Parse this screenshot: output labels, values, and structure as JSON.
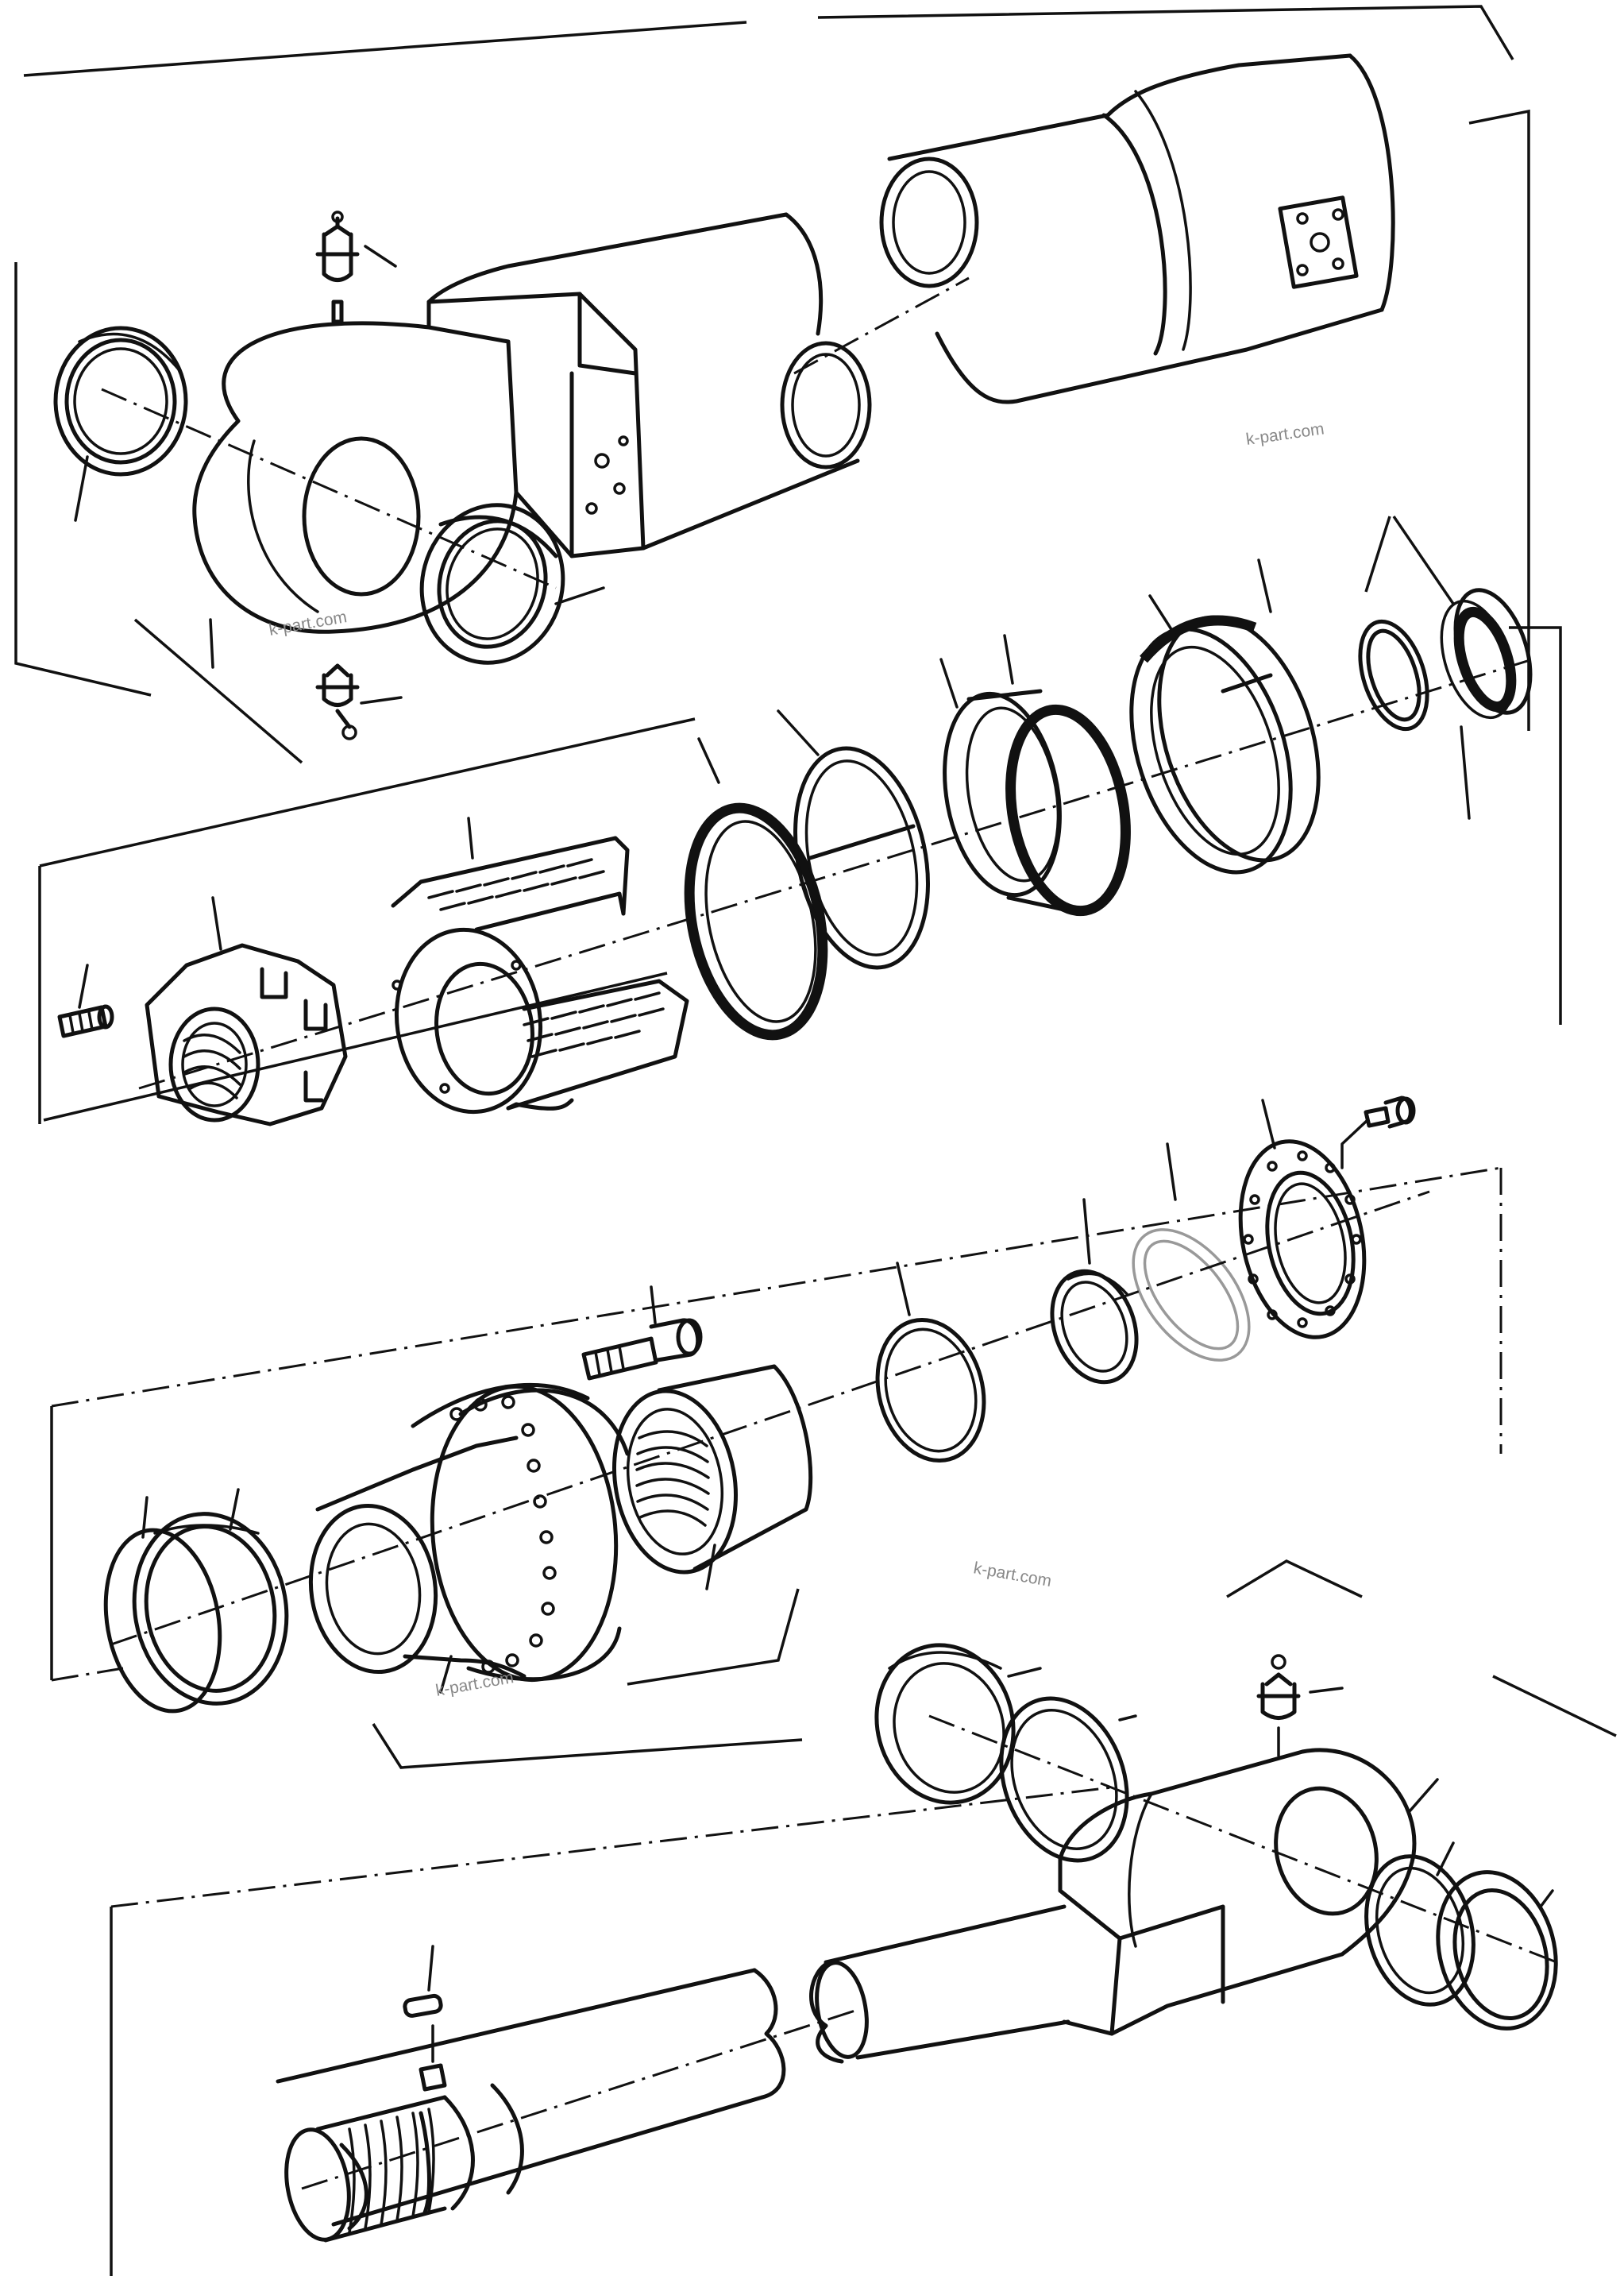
{
  "watermarks": [
    "k-part.com",
    "k-part.com",
    "k-part.com",
    "k-part.com"
  ],
  "colors": {
    "line": "#111111",
    "background": "#ffffff",
    "watermark": "#888888",
    "highlight_ring": "#999999"
  },
  "part_groups": [
    {
      "name": "barrel-assembly"
    },
    {
      "name": "piston-and-seals"
    },
    {
      "name": "cylinder-head"
    },
    {
      "name": "rod-assembly"
    }
  ]
}
